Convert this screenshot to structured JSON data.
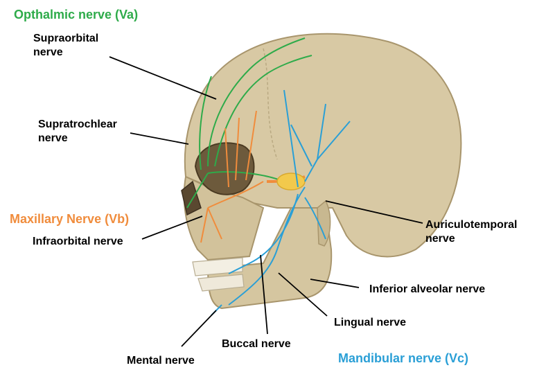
{
  "colors": {
    "ophthalmic": "#2eab4a",
    "maxillary": "#f08c3c",
    "mandibular": "#2a9fd6",
    "label": "#000000",
    "bone": "#d8c9a4",
    "bone_shadow": "#a8956c"
  },
  "groups": {
    "ophthalmic": "Opthalmic nerve (Va)",
    "maxillary": "Maxillary  Nerve (Vb)",
    "mandibular": "Mandibular  nerve (Vc)"
  },
  "labels": {
    "supraorbital": [
      "Supraorbital",
      "nerve"
    ],
    "supratrochlear": [
      "Supratrochlear",
      "nerve"
    ],
    "infraorbital": "Infraorbital nerve",
    "auriculotemporal": [
      "Auriculotemporal",
      "nerve"
    ],
    "inferior_alveolar": "Inferior alveolar nerve",
    "lingual": "Lingual nerve",
    "buccal": "Buccal nerve",
    "mental": "Mental nerve"
  },
  "illustration": {
    "subject": "skull-lateral-view"
  }
}
